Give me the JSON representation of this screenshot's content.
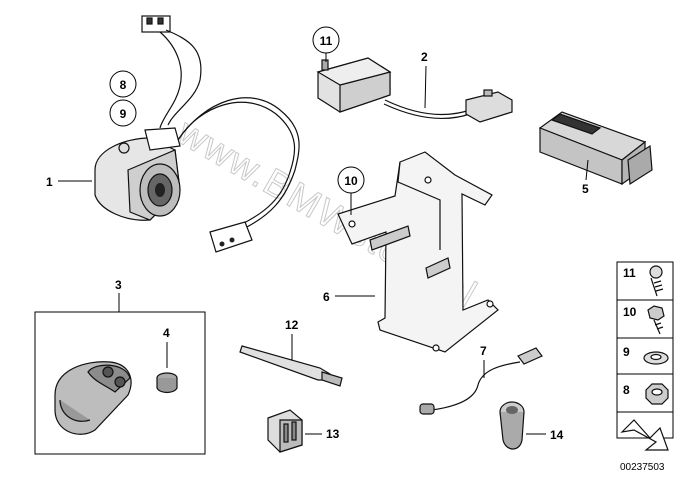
{
  "watermark": "www.BMWstore.pl",
  "diagram_number": "00237503",
  "callouts": {
    "c1": "1",
    "c2": "2",
    "c3": "3",
    "c4": "4",
    "c5": "5",
    "c6": "6",
    "c7": "7",
    "c8": "8",
    "c9": "9",
    "c10": "10",
    "c11": "11",
    "c12": "12",
    "c13": "13",
    "c14": "14"
  },
  "legend": {
    "items": [
      "11",
      "10",
      "9",
      "8"
    ]
  },
  "icons": {
    "siren": "alarm-siren-icon",
    "sensor": "tilt-sensor-icon",
    "battery": "battery-pack-icon",
    "bracket": "mounting-bracket-icon",
    "remote": "remote-key-fob-icon",
    "cap": "rubber-cap-icon",
    "cable_tie": "cable-tie-icon",
    "clip": "spring-clip-icon",
    "antenna": "antenna-cable-icon",
    "grommet": "grommet-icon",
    "screw": "screw-icon",
    "bolt": "bolt-icon",
    "washer": "washer-icon",
    "nut": "hex-nut-icon",
    "arrow": "next-page-arrow-icon"
  }
}
